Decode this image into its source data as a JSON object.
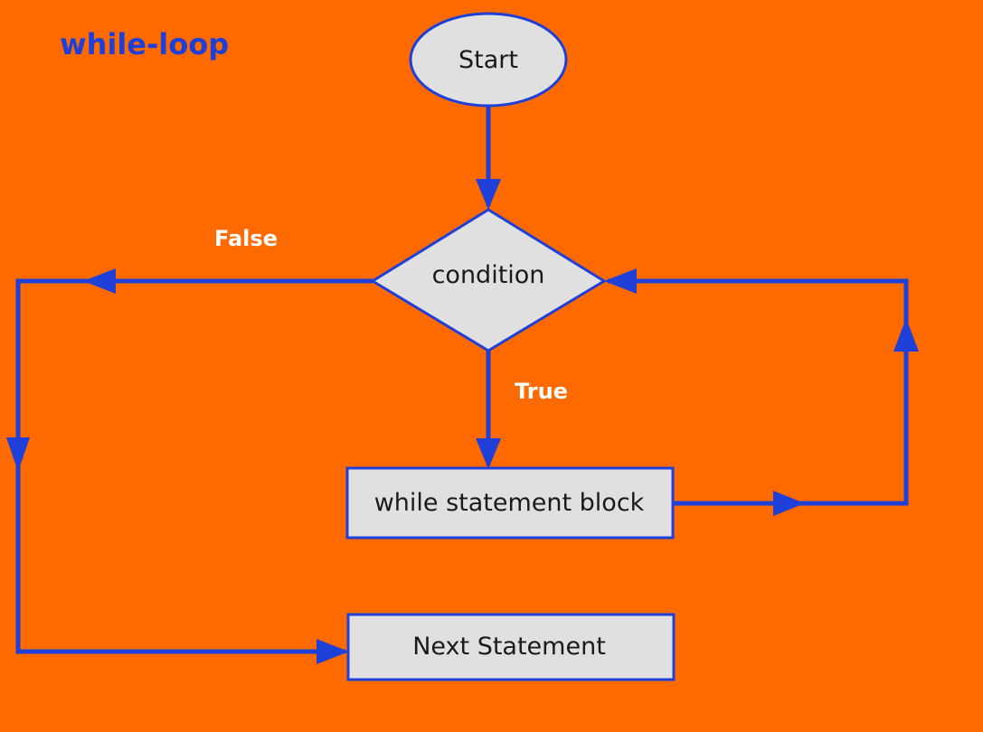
{
  "title": "while-loop",
  "nodes": {
    "start": "Start",
    "condition": "condition",
    "block": "while statement block",
    "next": "Next Statement"
  },
  "edge_labels": {
    "false": "False",
    "true": "True"
  },
  "colors": {
    "background": "#ff6a00",
    "accent": "#1f3fd9",
    "node_fill": "#e0e0e0",
    "label_text": "#ffffff"
  }
}
